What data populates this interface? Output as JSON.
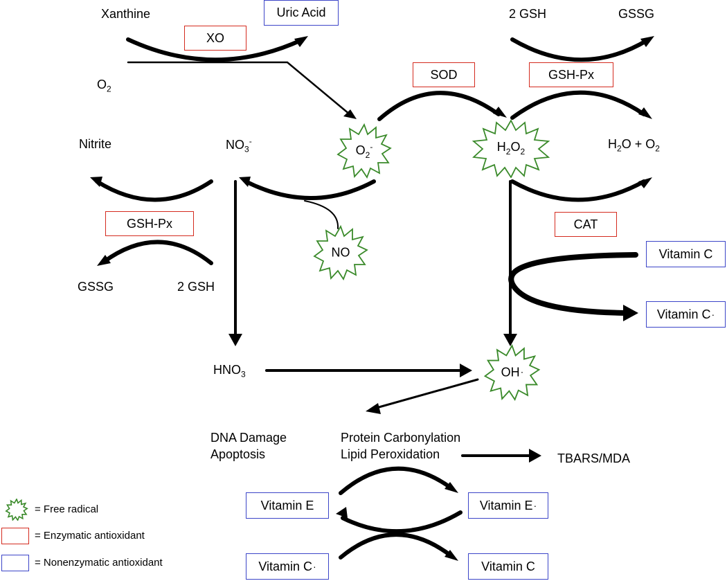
{
  "colors": {
    "enzymatic_border": "#d42a1e",
    "nonenzymatic_border": "#3b44c8",
    "free_radical_outline": "#3a8a2a",
    "arrow": "#000000"
  },
  "labels": {
    "xanthine": "Xanthine",
    "o2": "O",
    "o2_sub": "2",
    "nitrite": "Nitrite",
    "no3": "NO",
    "no3_sub": "3",
    "no3_sup": "-",
    "two_gsh_top": "2 GSH",
    "gssg_top": "GSSG",
    "h2o_o2": "H",
    "h2o_o2_sub1": "2",
    "h2o_o2_mid": "O + O",
    "h2o_o2_sub2": "2",
    "gssg_left": "GSSG",
    "two_gsh_left": "2 GSH",
    "hno3": "HNO",
    "hno3_sub": "3",
    "dna_damage": "DNA Damage",
    "apoptosis": "Apoptosis",
    "protein_carbonylation": "Protein Carbonylation",
    "lipid_peroxidation": "Lipid Peroxidation",
    "tbars_mda": "TBARS/MDA"
  },
  "enzymes": {
    "xo": "XO",
    "sod": "SOD",
    "gshpx_top": "GSH-Px",
    "gshpx_left": "GSH-Px",
    "cat": "CAT"
  },
  "nonenzymatic": {
    "uric_acid": "Uric Acid",
    "vitamin_c_right": "Vitamin C",
    "vitamin_c_radical_right": "Vitamin C",
    "vitamin_e": "Vitamin E",
    "vitamin_e_radical": "Vitamin E",
    "vitamin_c_radical_bottom": "Vitamin C",
    "vitamin_c_bottom": "Vitamin C"
  },
  "radicals": {
    "superoxide": "O",
    "superoxide_sub": "2",
    "superoxide_sup": "-",
    "h2o2": "H",
    "h2o2_sub1": "2",
    "h2o2_mid": "O",
    "h2o2_sub2": "2",
    "no": "NO",
    "oh": "OH"
  },
  "legend": {
    "free_radical": "= Free radical",
    "enzymatic": "= Enzymatic antioxidant",
    "nonenzymatic": "= Nonenzymatic antioxidant"
  }
}
